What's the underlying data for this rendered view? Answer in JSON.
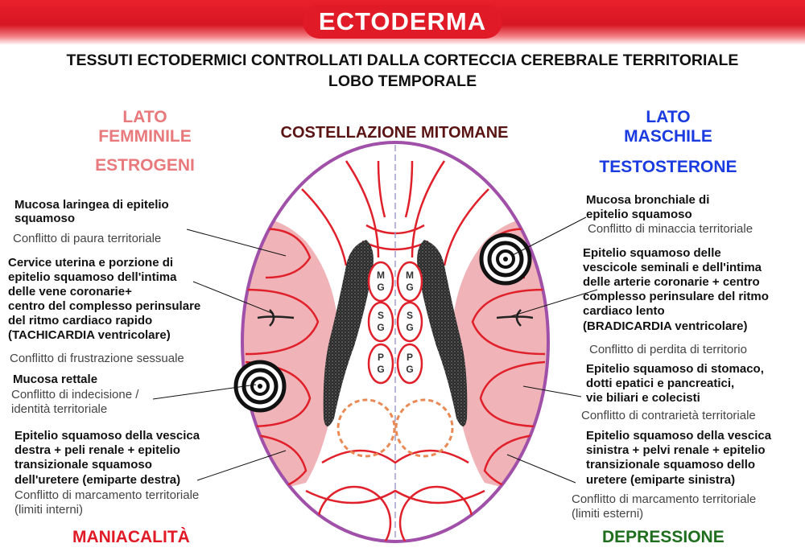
{
  "header": {
    "title": "ECTODERMA",
    "subtitle_line1": "TESSUTI ECTODERMICI CONTROLLATI DALLA CORTECCIA CEREBRALE TERRITORIALE",
    "subtitle_line2": "LOBO TEMPORALE"
  },
  "left_side": {
    "title_line1": "LATO",
    "title_line2": "FEMMINILE",
    "hormone": "ESTROGENI",
    "footer": "MANIACALITÀ"
  },
  "right_side": {
    "title_line1": "LATO",
    "title_line2": "MASCHILE",
    "hormone": "TESTOSTERONE",
    "footer": "DEPRESSIONE"
  },
  "center_title": "COSTELLAZIONE MITOMANE",
  "brain_labels": {
    "mg_m": "M",
    "mg_g": "G",
    "sg_s": "S",
    "sg_g": "G",
    "pg_p": "P",
    "pg_g": "G"
  },
  "left_items": [
    {
      "tissue": [
        "Mucosa laringea di epitelio",
        "squamoso"
      ],
      "conflict": [
        "Conflitto di paura territoriale"
      ]
    },
    {
      "tissue": [
        "Cervice uterina e porzione di",
        "epitelio squamoso dell'intima",
        "delle vene coronarie+",
        "centro del complesso perinsulare",
        "del ritmo cardiaco rapido",
        "(TACHICARDIA ventricolare)"
      ],
      "conflict": [
        "Conflitto di frustrazione sessuale"
      ]
    },
    {
      "tissue": [
        "Mucosa rettale"
      ],
      "conflict": [
        "Conflitto di indecisione /",
        "identità territoriale"
      ]
    },
    {
      "tissue": [
        "Epitelio squamoso della vescica",
        "destra + peli renale + epitelio",
        "transizionale squamoso",
        "dell'uretere (emiparte destra)"
      ],
      "conflict": [
        "Conflitto di marcamento territoriale",
        "(limiti interni)"
      ]
    }
  ],
  "right_items": [
    {
      "tissue": [
        "Mucosa bronchiale di",
        "epitelio squamoso"
      ],
      "conflict": [
        "Conflitto di minaccia territoriale"
      ]
    },
    {
      "tissue": [
        "Epitelio squamoso delle",
        "vescicole seminali e dell'intima",
        "delle arterie coronarie + centro",
        "complesso perinsulare del ritmo",
        "cardiaco lento",
        "(BRADICARDIA ventricolare)"
      ],
      "conflict": [
        "Conflitto di perdita di territorio"
      ]
    },
    {
      "tissue": [
        "Epitelio squamoso di stomaco,",
        "dotti epatici e pancreatici,",
        "vie biliari e colecisti"
      ],
      "conflict": [
        "Conflitto di contrarietà territoriale"
      ]
    },
    {
      "tissue": [
        "Epitelio squamoso della vescica",
        "sinistra + pelvi renale + epitelio",
        "transizionale squamoso dello",
        "uretere (emiparte sinistra)"
      ],
      "conflict": [
        "Conflitto di marcamento territoriale",
        "(limiti esterni)"
      ]
    }
  ],
  "colors": {
    "banner": "#e01a26",
    "pink_text": "#e8797c",
    "blue_text": "#1a3be0",
    "brain_outline": "#a050a8",
    "brain_red": "#e0202a",
    "cortex_pink": "#f0b4b8",
    "left_footer": "#e01a26",
    "right_footer": "#1e6e1e",
    "center_title": "#5a1414"
  }
}
